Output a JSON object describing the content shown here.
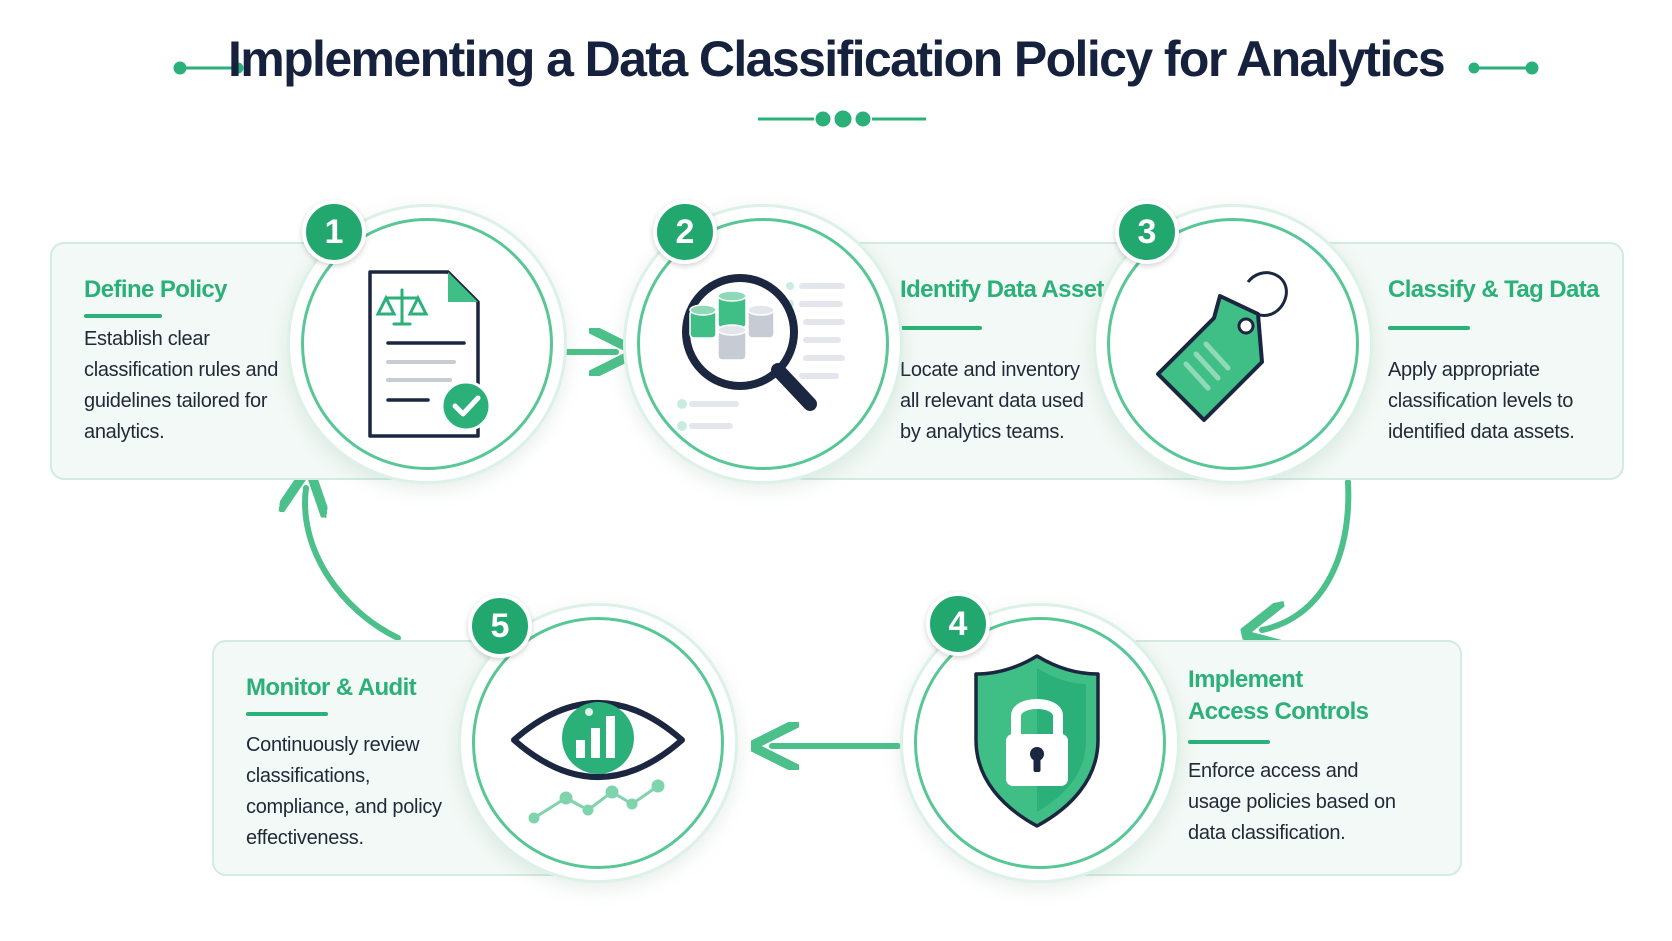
{
  "title": "Implementing a Data Classification Policy for Analytics",
  "colors": {
    "accent": "#2bb079",
    "dark": "#16213d",
    "panel": "#f3f9f6",
    "border": "#d3ebe0"
  },
  "steps": [
    {
      "number": "1",
      "heading": "Define Policy",
      "heading_lines": [
        "Define Policy"
      ],
      "description_lines": [
        "Establish clear",
        "classification rules and",
        "guidelines tailored for",
        "analytics."
      ],
      "icon": "policy-document-icon"
    },
    {
      "number": "2",
      "heading": "Identify Data Assets",
      "heading_lines": [
        "Identify Data Assets"
      ],
      "description_lines": [
        "Locate and inventory",
        "all relevant data used",
        "by analytics teams."
      ],
      "icon": "magnifier-database-icon"
    },
    {
      "number": "3",
      "heading": "Classify & Tag Data",
      "heading_lines": [
        "Classify & Tag Data"
      ],
      "description_lines": [
        "Apply appropriate",
        "classification levels to",
        "identified data assets."
      ],
      "icon": "tag-icon"
    },
    {
      "number": "4",
      "heading": "Implement Access Controls",
      "heading_lines": [
        "Implement",
        "Access Controls"
      ],
      "description_lines": [
        "Enforce access and",
        "usage policies based on",
        "data classification."
      ],
      "icon": "shield-lock-icon"
    },
    {
      "number": "5",
      "heading": "Monitor & Audit",
      "heading_lines": [
        "Monitor & Audit"
      ],
      "description_lines": [
        "Continuously review",
        "classifications,",
        "compliance, and policy",
        "effectiveness."
      ],
      "icon": "eye-chart-icon"
    }
  ]
}
